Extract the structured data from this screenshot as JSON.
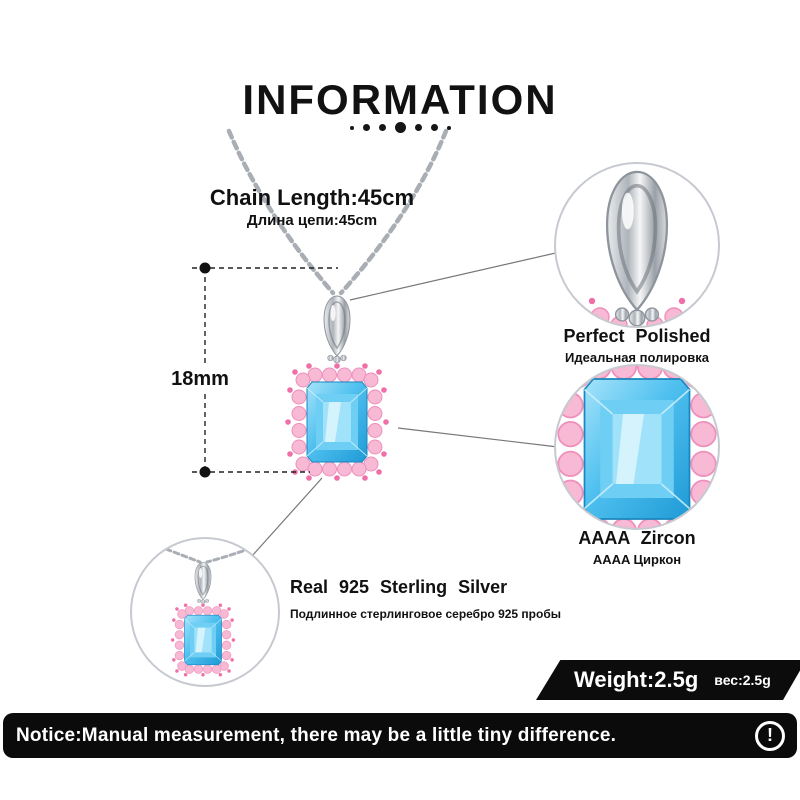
{
  "header": {
    "title": "INFORMATION"
  },
  "chain_length": {
    "en": "Chain Length:45cm",
    "ru": "Длина цепи:45cm"
  },
  "measurement": {
    "height": "18mm"
  },
  "callout_polished": {
    "en": "Perfect Polished",
    "ru": "Идеальная полировка"
  },
  "callout_zircon": {
    "en": "AAAA Zircon",
    "ru": "AAAA Циркон"
  },
  "callout_silver": {
    "en": "Real 925 Sterling Silver",
    "ru": "Подлинное стерлинговое серебро 925 пробы"
  },
  "weight": {
    "en": "Weight:2.5g",
    "ru": "вес:2.5g"
  },
  "notice": {
    "text": "Notice:Manual measurement, there may be a little tiny difference.",
    "icon_glyph": "!"
  },
  "colors": {
    "gem_blue": "#4FC0EF",
    "halo_pink": "#F7B9D3",
    "pin_pink": "#F06FA8",
    "silver": "#AEB4BB",
    "banner_black": "#0B0B0B"
  }
}
